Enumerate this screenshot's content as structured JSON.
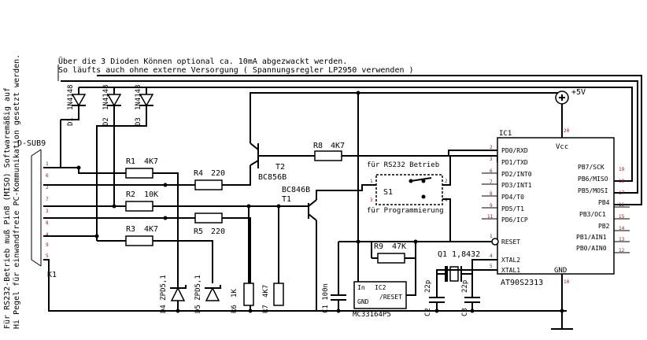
{
  "side_note": {
    "line1": "Für RS232-Betrieb muß Pin8 (MISO) Softwaremäßig auf",
    "line2": "Hi Pegel für einwandfreie PC-Kommunikation gesetzt  werden."
  },
  "top_note": {
    "line1": "Über die 3 Dioden Können optional ca.  10mA abgezwackt werden.",
    "line2": "So läufts auch ohne externe Versorgung ( Spannungsregler LP2950 verwenden )"
  },
  "supply": {
    "vcc": "+5V"
  },
  "connector": {
    "name": "D-SUB9",
    "ref": "K1",
    "pins": [
      "1",
      "6",
      "2",
      "7",
      "3",
      "8",
      "4",
      "9",
      "5"
    ]
  },
  "diodes_top": [
    {
      "ref": "D1",
      "value": "1N4148"
    },
    {
      "ref": "D2",
      "value": "1N4148"
    },
    {
      "ref": "D3",
      "value": "1N4148"
    }
  ],
  "resistors": {
    "r1": {
      "ref": "R1",
      "value": "4K7"
    },
    "r2": {
      "ref": "R2",
      "value": "10K"
    },
    "r3": {
      "ref": "R3",
      "value": "4K7"
    },
    "r4": {
      "ref": "R4",
      "value": "220"
    },
    "r5": {
      "ref": "R5",
      "value": "220"
    },
    "r6": {
      "ref": "R6",
      "value": "1K"
    },
    "r7": {
      "ref": "R7",
      "value": "4K7"
    },
    "r8": {
      "ref": "R8",
      "value": "4K7"
    },
    "r9": {
      "ref": "R9",
      "value": "47K"
    }
  },
  "transistors": {
    "t2": {
      "ref": "T2",
      "type": "BC856B"
    },
    "t1": {
      "ref": "T1",
      "type": "BC846B"
    }
  },
  "zeners": {
    "d4": {
      "label": "D4 ZPD5,1"
    },
    "d5": {
      "label": "D5 ZPD5,1"
    }
  },
  "capacitors": {
    "c1": {
      "label": "C1 100n"
    },
    "c2": {
      "ref": "C2",
      "value": "22p"
    },
    "c3": {
      "ref": "C3",
      "value": "22p"
    }
  },
  "crystal": {
    "label": "Q1 1,8432"
  },
  "switch": {
    "ref": "S1",
    "top_label": "für RS232 Betrieb",
    "bottom_label": "für Programmierung",
    "pins": [
      "1",
      "2",
      "3",
      "4"
    ]
  },
  "reset_ic": {
    "ref": "IC2",
    "part": "MC33164P5",
    "pin_in": "In",
    "pin_out": "/RESET",
    "pin_gnd": "GND"
  },
  "mcu": {
    "ref": "IC1",
    "part": "AT90S2313",
    "vcc": "Vcc",
    "gnd": "GND",
    "left_pins": [
      {
        "name": "PD0/RXD",
        "num": "2"
      },
      {
        "name": "PD1/TXD",
        "num": "3"
      },
      {
        "name": "PD2/INT0",
        "num": "6"
      },
      {
        "name": "PD3/INT1",
        "num": "7"
      },
      {
        "name": "PD4/T0",
        "num": "8"
      },
      {
        "name": "PD5/T1",
        "num": "9"
      },
      {
        "name": "PD6/ICP",
        "num": "11"
      },
      {
        "name": "RESET",
        "num": "1"
      },
      {
        "name": "XTAL2",
        "num": "4"
      },
      {
        "name": "XTAL1",
        "num": "5"
      }
    ],
    "right_pins": [
      {
        "name": "PB7/SCK",
        "num": "19"
      },
      {
        "name": "PB6/MISO",
        "num": "18"
      },
      {
        "name": "PB5/MOSI",
        "num": "17"
      },
      {
        "name": "PB4",
        "num": "16"
      },
      {
        "name": "PB3/OC1",
        "num": "15"
      },
      {
        "name": "PB2",
        "num": "14"
      },
      {
        "name": "PB1/AIN1",
        "num": "13"
      },
      {
        "name": "PB0/AIN0",
        "num": "12"
      }
    ],
    "vcc_pin": "20",
    "gnd_pin": "10"
  }
}
